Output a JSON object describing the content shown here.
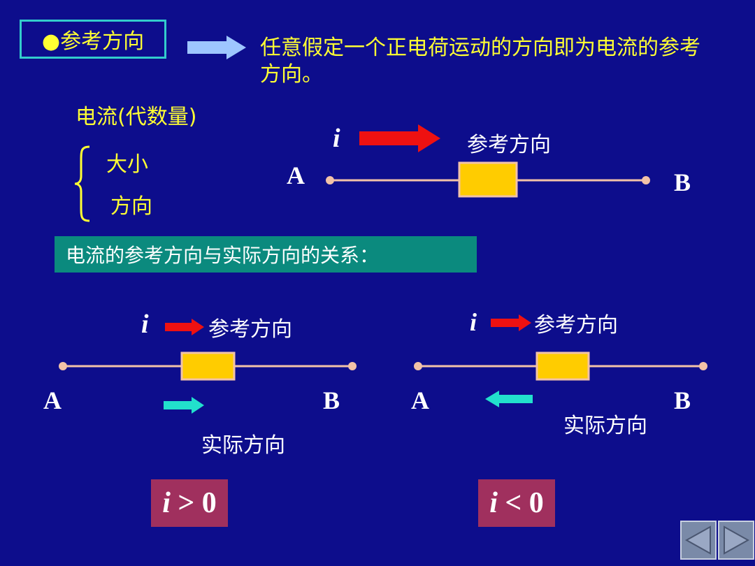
{
  "title": "●参考方向",
  "definition": "任意假定一个正电荷运动的方向即为电流的参考方向。",
  "algebraic": "电流(代数量)",
  "attributes": [
    "大小",
    "方向"
  ],
  "top_circuit": {
    "current_symbol": "i",
    "ref_label": "参考方向",
    "node_a": "A",
    "node_b": "B"
  },
  "relation_title": "电流的参考方向与实际方向的关系：",
  "case_positive": {
    "current_symbol": "i",
    "ref_label": "参考方向",
    "actual_label": "实际方向",
    "node_a": "A",
    "node_b": "B",
    "result_var": "i",
    "result_rest": " > 0"
  },
  "case_negative": {
    "current_symbol": "i",
    "ref_label": "参考方向",
    "actual_label": "实际方向",
    "node_a": "A",
    "node_b": "B",
    "result_var": "i",
    "result_rest": " < 0"
  },
  "colors": {
    "background": "#0d0d8c",
    "highlight_text": "#ffff33",
    "ref_arrow": "#ee1111",
    "actual_arrow": "#22e0cc",
    "wire": "#f2c2a8",
    "resistor": "#ffcc00",
    "relation_bg": "#0b8a7e",
    "result_bg": "#a0305e"
  },
  "icons": {
    "nav_prev": "triangle-left-icon",
    "nav_next": "triangle-right-icon",
    "brace": "left-brace-icon"
  }
}
